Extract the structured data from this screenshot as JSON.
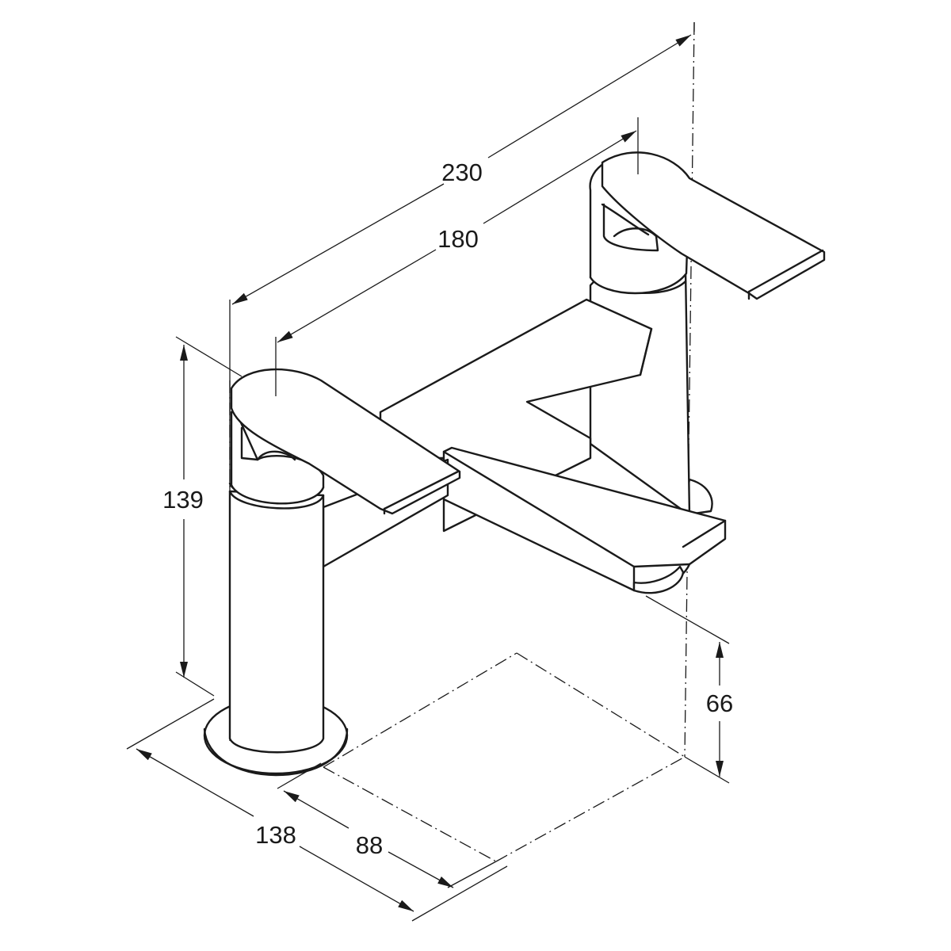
{
  "dimensions": {
    "overall_width": "230",
    "tap_centres": "180",
    "height": "139",
    "spout_clearance": "66",
    "depth": "138",
    "spout_projection": "88"
  },
  "colors": {
    "line": "#1a1a1a",
    "background": "#ffffff"
  }
}
